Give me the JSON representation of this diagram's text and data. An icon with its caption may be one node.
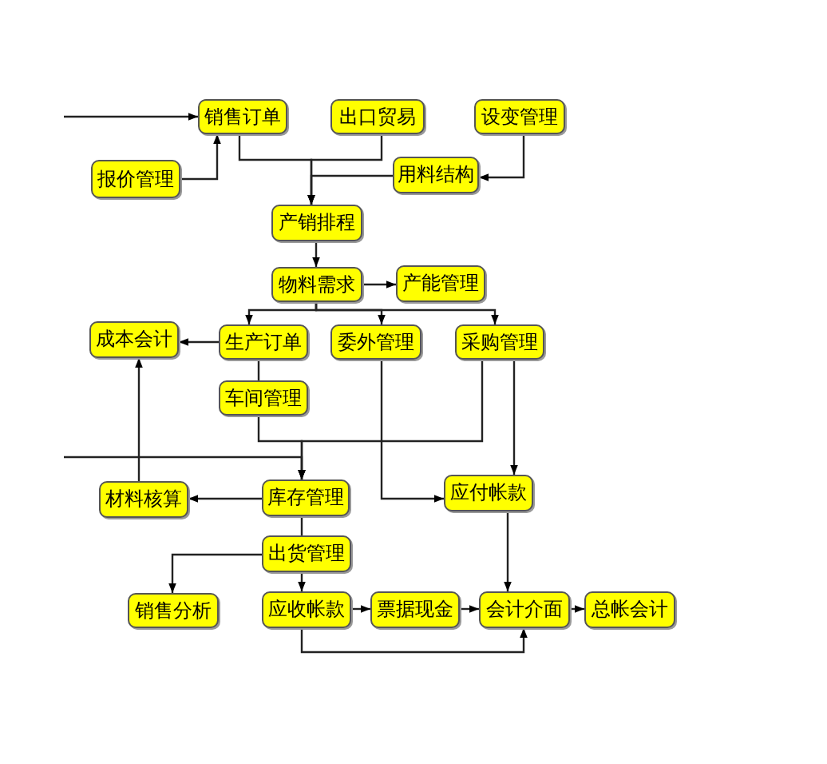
{
  "diagram": {
    "nodes": [
      {
        "text": [
          "销售订单"
        ]
      },
      {
        "text": [
          "出口贸易"
        ]
      },
      {
        "text": [
          "设变管理"
        ]
      },
      {
        "text": [
          "报价管理"
        ]
      },
      {
        "text": [
          "用料结构"
        ]
      },
      {
        "text": [
          "产销排程"
        ]
      },
      {
        "text": [
          "物料需求"
        ]
      },
      {
        "text": [
          "产能管理"
        ]
      },
      {
        "text": [
          "成本会计"
        ]
      },
      {
        "text": [
          "生产订单"
        ]
      },
      {
        "text": [
          "委外管理"
        ]
      },
      {
        "text": [
          "采购管理"
        ]
      },
      {
        "text": [
          "车间管理"
        ]
      },
      {
        "text": [
          "材料核算"
        ]
      },
      {
        "text": [
          "库存管理"
        ]
      },
      {
        "text": [
          "应付帐款"
        ]
      },
      {
        "text": [
          "出货管理"
        ]
      },
      {
        "text": [
          "销售分析"
        ]
      },
      {
        "text": [
          "应收帐款"
        ]
      },
      {
        "text": [
          "票据现金"
        ]
      },
      {
        "text": [
          "会计介面"
        ]
      },
      {
        "text": [
          "总帐会计"
        ]
      }
    ],
    "edges": [
      {
        "from": null,
        "to": 0,
        "arrow": "to"
      },
      {
        "from": 3,
        "to": 0,
        "arrow": "to"
      },
      {
        "from": 0,
        "to": 5,
        "arrow": "to"
      },
      {
        "from": 1,
        "to": 5,
        "arrow": "to"
      },
      {
        "from": 4,
        "to": 5,
        "arrow": "to"
      },
      {
        "from": 2,
        "to": 4,
        "arrow": "to"
      },
      {
        "from": 5,
        "to": 6,
        "arrow": "to"
      },
      {
        "from": 6,
        "to": 7,
        "arrow": "to"
      },
      {
        "from": 6,
        "to": 9,
        "arrow": "to"
      },
      {
        "from": 6,
        "to": 10,
        "arrow": "to"
      },
      {
        "from": 6,
        "to": 11,
        "arrow": "to"
      },
      {
        "from": 9,
        "to": 8,
        "arrow": "to"
      },
      {
        "from": 9,
        "to": 12,
        "arrow": "none"
      },
      {
        "from": 12,
        "to": 14,
        "arrow": "to"
      },
      {
        "from": 11,
        "to": 14,
        "arrow": "to"
      },
      {
        "from": null,
        "to": 14,
        "arrow": "to"
      },
      {
        "from": 10,
        "to": 15,
        "arrow": "to"
      },
      {
        "from": 11,
        "to": 15,
        "arrow": "to"
      },
      {
        "from": 14,
        "to": 13,
        "arrow": "to"
      },
      {
        "from": 13,
        "to": 8,
        "arrow": "to"
      },
      {
        "from": 14,
        "to": 16,
        "arrow": "none"
      },
      {
        "from": 16,
        "to": 17,
        "arrow": "to"
      },
      {
        "from": 16,
        "to": 18,
        "arrow": "to"
      },
      {
        "from": 18,
        "to": 19,
        "arrow": "to"
      },
      {
        "from": 19,
        "to": 20,
        "arrow": "to"
      },
      {
        "from": 20,
        "to": 21,
        "arrow": "to"
      },
      {
        "from": 18,
        "to": 20,
        "arrow": "to"
      },
      {
        "from": 15,
        "to": 20,
        "arrow": "to"
      }
    ]
  }
}
